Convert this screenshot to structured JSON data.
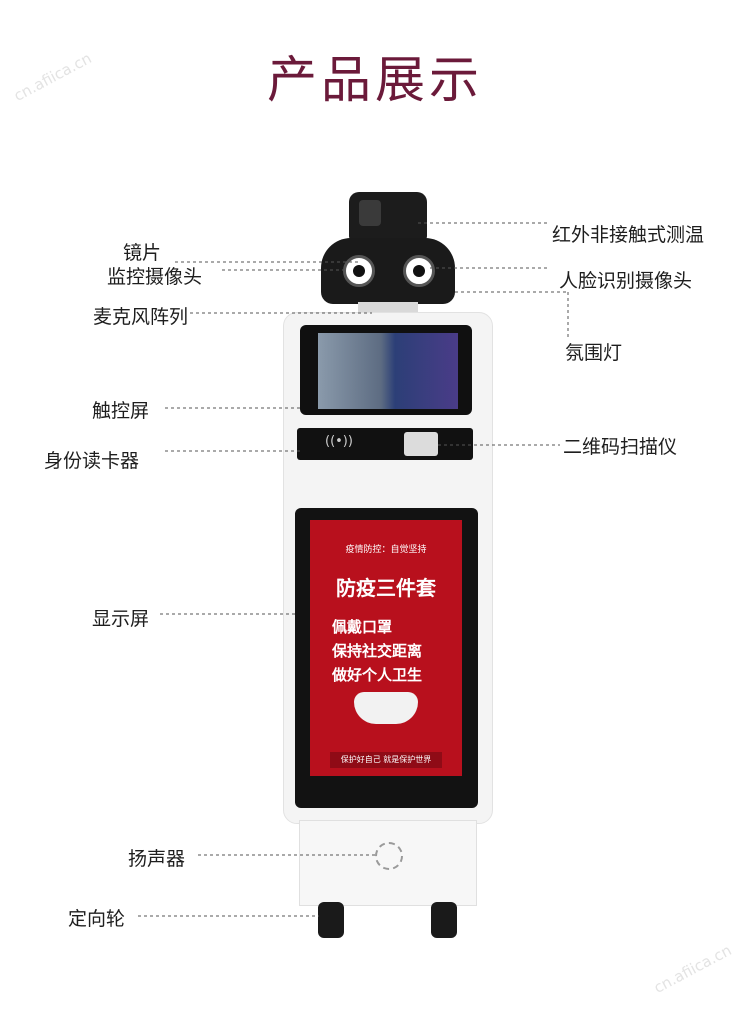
{
  "page": {
    "title": "产品展示"
  },
  "labels_left": {
    "lens": "镜片",
    "monitor_camera": "监控摄像头",
    "mic_array": "麦克风阵列",
    "touch_screen": "触控屏",
    "id_reader": "身份读卡器",
    "display": "显示屏",
    "speaker": "扬声器",
    "wheel": "定向轮"
  },
  "labels_right": {
    "infrared": "红外非接触式测温",
    "face_camera": "人脸识别摄像头",
    "ambient_light": "氛围灯",
    "qr_scanner": "二维码扫描仪"
  },
  "display_screen": {
    "line1": "疫情防控：自觉坚持",
    "headline": "防疫三件套",
    "item1": "佩戴口罩",
    "item2": "保持社交距离",
    "item3": "做好个人卫生",
    "footer": "保护好自己 就是保护世界"
  },
  "watermark": {
    "text": "cn.afiica.cn"
  }
}
